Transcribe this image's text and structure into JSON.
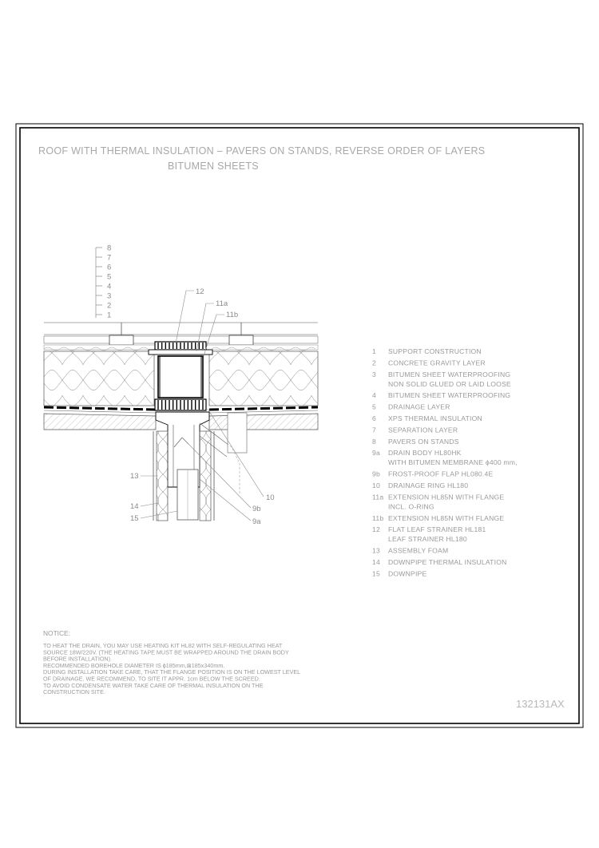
{
  "title": {
    "line1": "ROOF WITH THERMAL INSULATION – PAVERS ON STANDS, REVERSE ORDER OF LAYERS",
    "line2": "BITUMEN SHEETS"
  },
  "scale_labels": [
    "8",
    "7",
    "6",
    "5",
    "4",
    "3",
    "2",
    "1"
  ],
  "callouts": {
    "c12": "12",
    "c11a": "11a",
    "c11b": "11b",
    "c13": "13",
    "c14": "14",
    "c15": "15",
    "c10": "10",
    "c9b": "9b",
    "c9a": "9a"
  },
  "legend": [
    {
      "num": "1",
      "lines": [
        "SUPPORT CONSTRUCTION"
      ]
    },
    {
      "num": "2",
      "lines": [
        "CONCRETE GRAVITY LAYER"
      ]
    },
    {
      "num": "3",
      "lines": [
        "BITUMEN SHEET WATERPROOFING",
        "NON SOLID GLUED OR LAID LOOSE"
      ]
    },
    {
      "num": "4",
      "lines": [
        "BITUMEN SHEET WATERPROOFING"
      ]
    },
    {
      "num": "5",
      "lines": [
        "DRAINAGE LAYER"
      ]
    },
    {
      "num": "6",
      "lines": [
        "XPS THERMAL INSULATION"
      ]
    },
    {
      "num": "7",
      "lines": [
        "SEPARATION LAYER"
      ]
    },
    {
      "num": "8",
      "lines": [
        "PAVERS ON STANDS"
      ]
    },
    {
      "num": "9a",
      "lines": [
        "DRAIN BODY HL80HK",
        "WITH BITUMEN MEMBRANE ϕ400 mm,"
      ]
    },
    {
      "num": "9b",
      "lines": [
        "FROST-PROOF FLAP HL080.4E"
      ]
    },
    {
      "num": "10",
      "lines": [
        "DRAINAGE RING HL180"
      ]
    },
    {
      "num": "11a",
      "lines": [
        "EXTENSION HL85N WITH FLANGE",
        "INCL. O-RING"
      ]
    },
    {
      "num": "11b",
      "lines": [
        "EXTENSION HL85N WITH FLANGE"
      ]
    },
    {
      "num": "12",
      "lines": [
        "FLAT LEAF STRAINER HL181",
        "LEAF STRAINER HL180"
      ]
    },
    {
      "num": "13",
      "lines": [
        "ASSEMBLY FOAM"
      ]
    },
    {
      "num": "14",
      "lines": [
        "DOWNPIPE THERMAL INSULATION"
      ]
    },
    {
      "num": "15",
      "lines": [
        "DOWNPIPE"
      ]
    }
  ],
  "notice": {
    "heading": "NOTICE:",
    "lines": [
      "TO HEAT THE DRAIN, YOU MAY USE HEATING KIT HL82 WITH SELF-REGULATING HEAT",
      "SOURCE 18W/220V. (THE HEATING TAPE MUST BE WRAPPED AROUND THE DRAIN BODY",
      "BEFORE INSTALLATION).",
      "RECOMMENDED BOREHOLE DIAMETER IS ϕ185mm,⊠185x340mm.",
      "DURING INSTALLATION TAKE CARE, THAT THE FLANGE POSITION IS ON THE LOWEST LEVEL",
      "OF DRAINAGE. WE RECOMMEND, TO SITE IT APPR. 1cm BELOW THE SCREED.",
      "TO AVOID CONDENSATE WATER TAKE CARE OF THERMAL INSULATION ON THE",
      "CONSTRUCTION SITE."
    ]
  },
  "drawing_code": "132131AX"
}
